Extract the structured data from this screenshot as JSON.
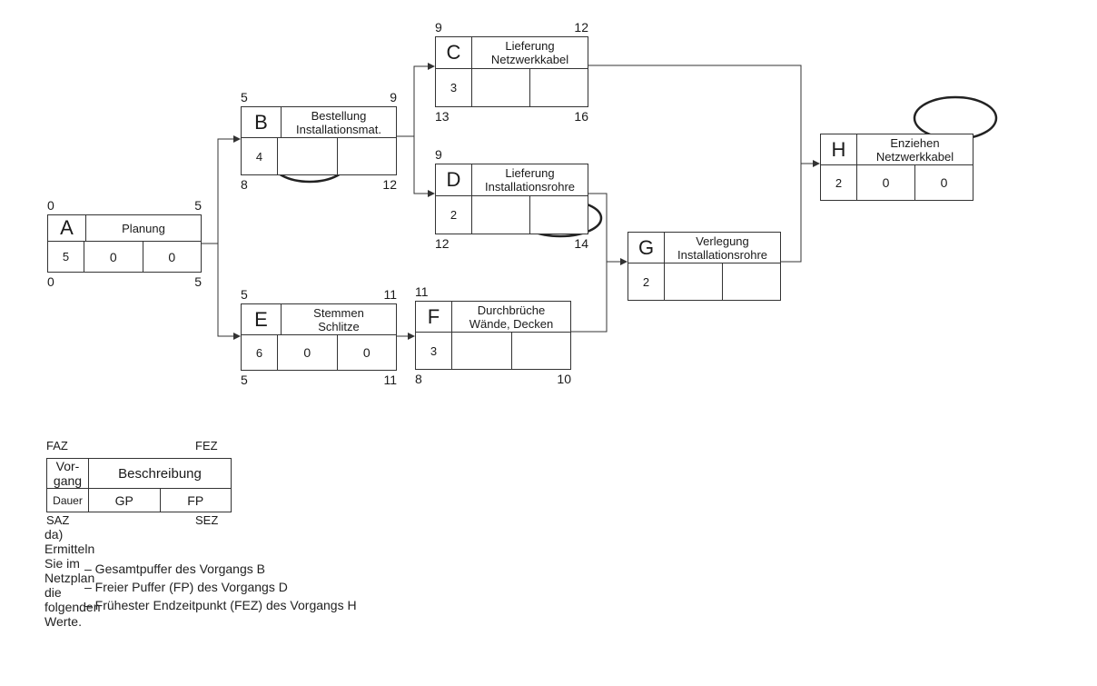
{
  "nodes": [
    {
      "id": "A",
      "desc": [
        "Planung"
      ],
      "dur": "5",
      "gp": "0",
      "fp": "0",
      "faz": "0",
      "fez": "5",
      "saz": "0",
      "sez": "5"
    },
    {
      "id": "B",
      "desc": [
        "Bestellung",
        "Installationsmat."
      ],
      "dur": "4",
      "gp": "",
      "fp": "",
      "faz": "5",
      "fez": "9",
      "saz": "8",
      "sez": "12"
    },
    {
      "id": "C",
      "desc": [
        "Lieferung",
        "Netzwerkkabel"
      ],
      "dur": "3",
      "gp": "",
      "fp": "",
      "faz": "9",
      "fez": "12",
      "saz": "13",
      "sez": "16"
    },
    {
      "id": "D",
      "desc": [
        "Lieferung",
        "Installationsrohre"
      ],
      "dur": "2",
      "gp": "",
      "fp": "",
      "faz": "9",
      "fez": "",
      "saz": "12",
      "sez": "14"
    },
    {
      "id": "E",
      "desc": [
        "Stemmen",
        "Schlitze"
      ],
      "dur": "6",
      "gp": "0",
      "fp": "0",
      "faz": "5",
      "fez": "11",
      "saz": "5",
      "sez": "11"
    },
    {
      "id": "F",
      "desc": [
        "Durchbrüche",
        "Wände, Decken"
      ],
      "dur": "3",
      "gp": "",
      "fp": "",
      "faz": "11",
      "fez": "",
      "saz": "8",
      "sez": "10"
    },
    {
      "id": "G",
      "desc": [
        "Verlegung",
        "Installationsrohre"
      ],
      "dur": "2",
      "gp": "",
      "fp": "",
      "faz": "",
      "fez": "",
      "saz": "",
      "sez": ""
    },
    {
      "id": "H",
      "desc": [
        "Enziehen",
        "Netzwerkkabel"
      ],
      "dur": "2",
      "gp": "0",
      "fp": "0",
      "faz": "",
      "fez": "",
      "saz": "",
      "sez": ""
    }
  ],
  "legend": {
    "faz": "FAZ",
    "fez": "FEZ",
    "saz": "SAZ",
    "sez": "SEZ",
    "vorgang": [
      "Vor-",
      "gang"
    ],
    "beschreibung": "Beschreibung",
    "dauer": "Dauer",
    "gp": "GP",
    "fp": "FP"
  },
  "question": {
    "label": "da)  Ermitteln Sie im Netzplan die folgenden Werte.",
    "items": [
      "–  Gesamtpuffer des Vorgangs B",
      "–  Freier Puffer (FP) des Vorgangs D",
      "–  Frühester Endzeitpunkt (FEZ) des Vorgangs H"
    ]
  },
  "colors": {
    "line": "#333333",
    "highlight": "#222222"
  }
}
